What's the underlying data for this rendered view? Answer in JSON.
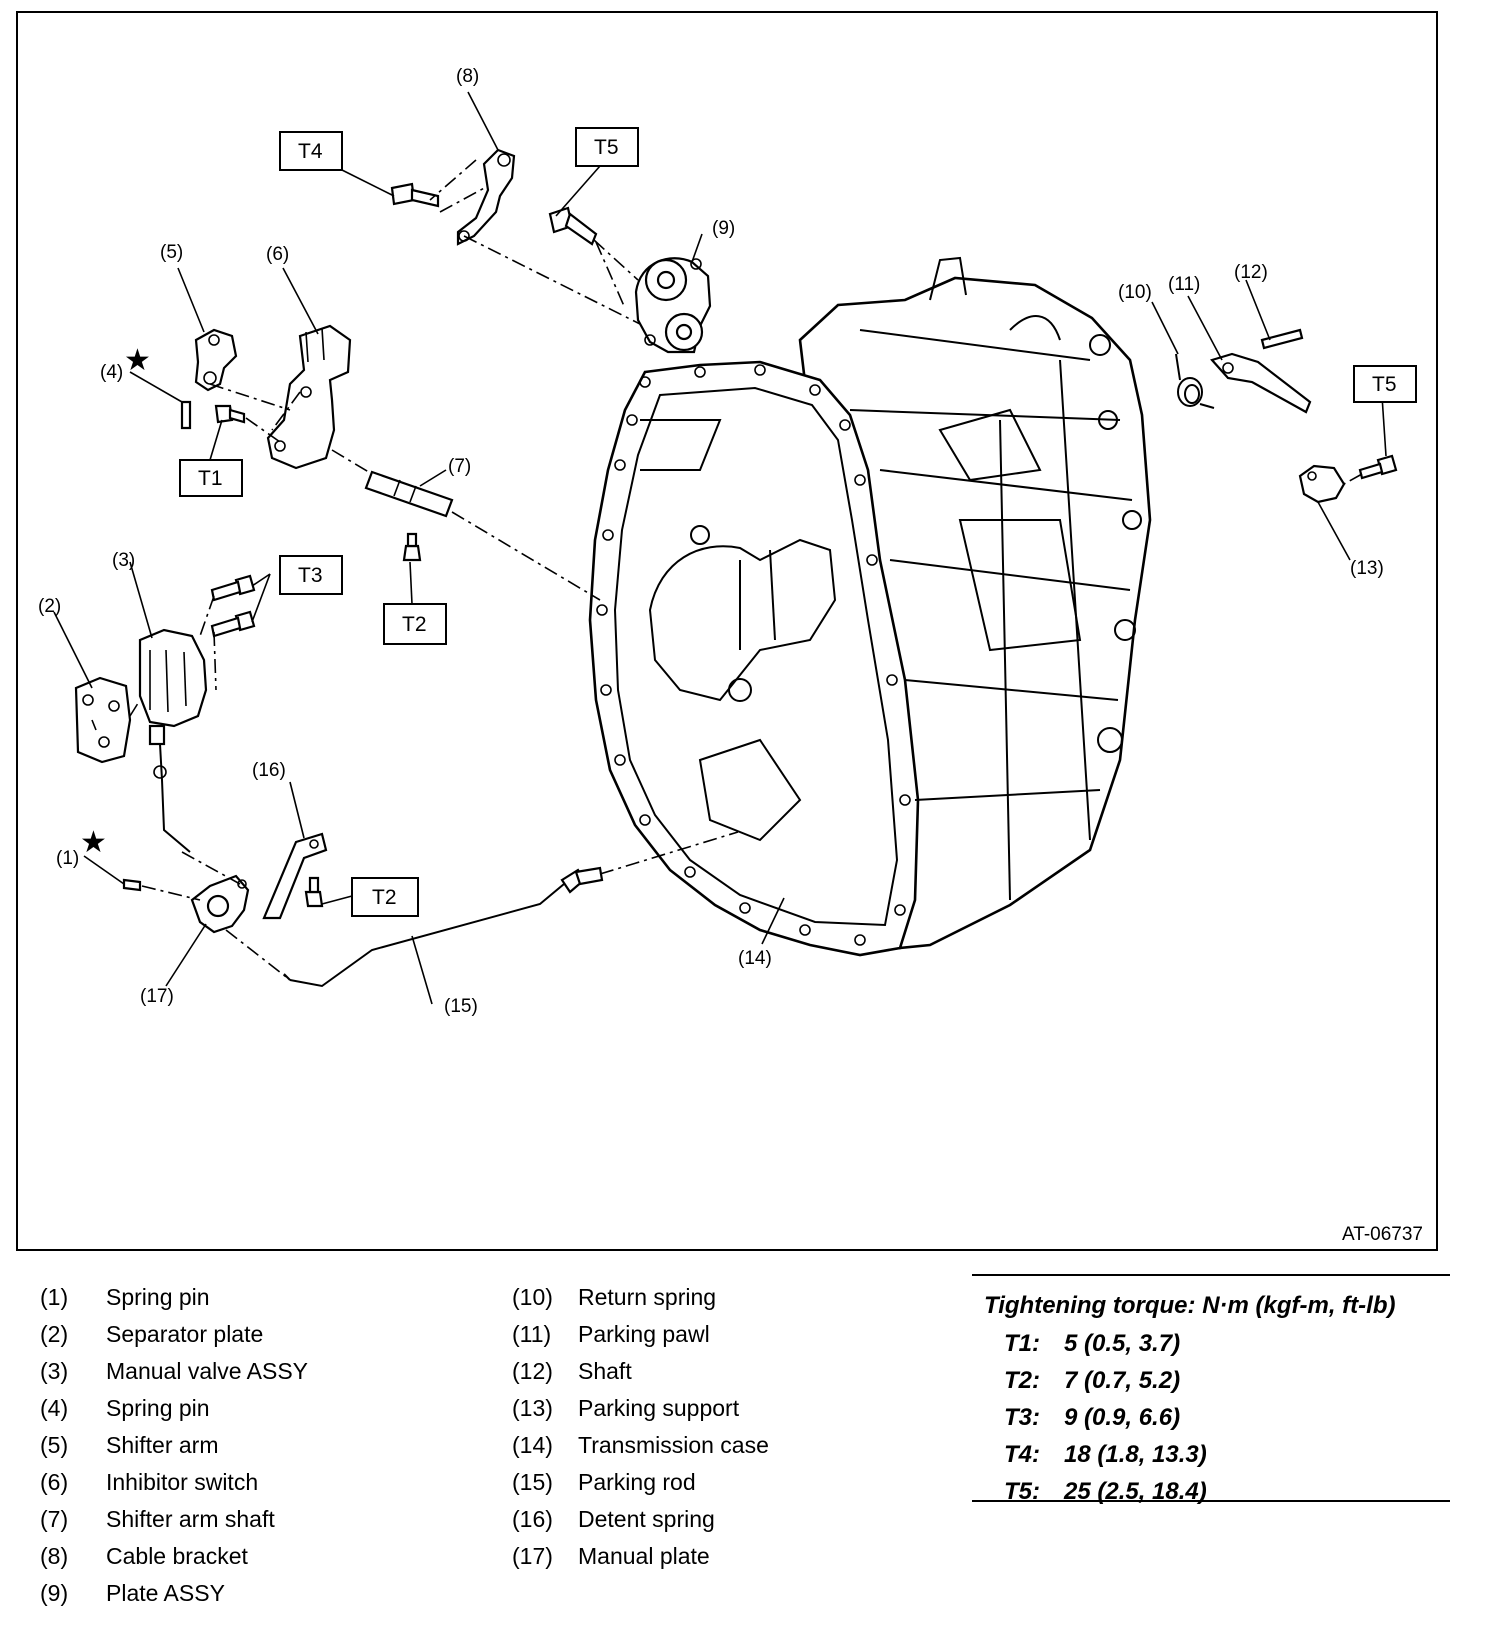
{
  "figure_id": "AT-06737",
  "callouts": [
    "(1)",
    "(2)",
    "(3)",
    "(4)",
    "(5)",
    "(6)",
    "(7)",
    "(8)",
    "(9)",
    "(10)",
    "(11)",
    "(12)",
    "(13)",
    "(14)",
    "(15)",
    "(16)",
    "(17)"
  ],
  "torque_tags": [
    "T1",
    "T2",
    "T3",
    "T4",
    "T5"
  ],
  "legend": {
    "items": [
      {
        "num": "(1)",
        "name": "Spring pin"
      },
      {
        "num": "(2)",
        "name": "Separator plate"
      },
      {
        "num": "(3)",
        "name": "Manual valve ASSY"
      },
      {
        "num": "(4)",
        "name": "Spring pin"
      },
      {
        "num": "(5)",
        "name": "Shifter arm"
      },
      {
        "num": "(6)",
        "name": "Inhibitor switch"
      },
      {
        "num": "(7)",
        "name": "Shifter arm shaft"
      },
      {
        "num": "(8)",
        "name": "Cable bracket"
      },
      {
        "num": "(9)",
        "name": "Plate ASSY"
      },
      {
        "num": "(10)",
        "name": "Return spring"
      },
      {
        "num": "(11)",
        "name": "Parking pawl"
      },
      {
        "num": "(12)",
        "name": "Shaft"
      },
      {
        "num": "(13)",
        "name": "Parking support"
      },
      {
        "num": "(14)",
        "name": "Transmission case"
      },
      {
        "num": "(15)",
        "name": "Parking rod"
      },
      {
        "num": "(16)",
        "name": "Detent spring"
      },
      {
        "num": "(17)",
        "name": "Manual plate"
      }
    ]
  },
  "torque": {
    "title": "Tightening torque: N·m (kgf-m, ft-lb)",
    "rows": [
      {
        "code": "T1:",
        "value": "5 (0.5, 3.7)"
      },
      {
        "code": "T2:",
        "value": "7 (0.7, 5.2)"
      },
      {
        "code": "T3:",
        "value": "9 (0.9, 6.6)"
      },
      {
        "code": "T4:",
        "value": "18 (1.8, 13.3)"
      },
      {
        "code": "T5:",
        "value": "25 (2.5, 18.4)"
      }
    ]
  }
}
